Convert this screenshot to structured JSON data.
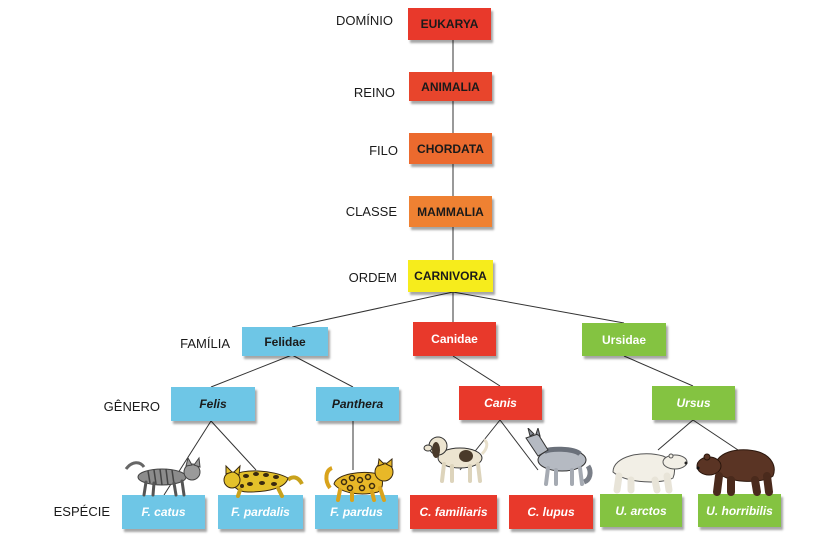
{
  "ranks": {
    "dominio": "DOMÍNIO",
    "reino": "REINO",
    "filo": "FILO",
    "classe": "CLASSE",
    "ordem": "ORDEM",
    "familia": "FAMÍLIA",
    "genero": "GÊNERO",
    "especie": "ESPÉCIE"
  },
  "trunk": {
    "dominio": "EUKARYA",
    "reino": "ANIMALIA",
    "filo": "CHORDATA",
    "classe": "MAMMALIA",
    "ordem": "CARNIVORA"
  },
  "families": {
    "felidae": "Felidae",
    "canidae": "Canidae",
    "ursidae": "Ursidae"
  },
  "genera": {
    "felis": "Felis",
    "panthera": "Panthera",
    "canis": "Canis",
    "ursus": "Ursus"
  },
  "species": {
    "f_catus": "F. catus",
    "f_pardalis": "F. pardalis",
    "f_pardus": "F. pardus",
    "c_familiaris": "C. familiaris",
    "c_lupus": "C. lupus",
    "u_arctos": "U. arctos",
    "u_horribilis": "U. horribilis"
  },
  "colors": {
    "eukarya": "#e8392b",
    "animalia": "#e8452c",
    "chordata": "#ec6a2e",
    "mammalia": "#ef8132",
    "carnivora": "#f6ec1c",
    "felid_blue": "#6ec6e6",
    "canid_red": "#e8392b",
    "ursid_green": "#84c341"
  }
}
